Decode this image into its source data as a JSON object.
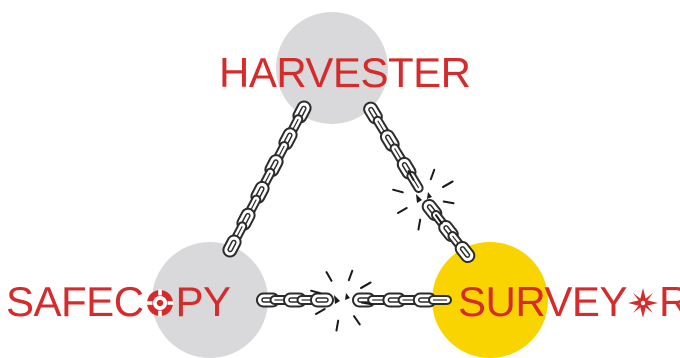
{
  "nodes": {
    "harvester": {
      "label": "HARVESTER",
      "circle_color": "#d9d9db"
    },
    "safecopy": {
      "label_before": "SAFEC",
      "label_after": "PY",
      "o_icon": "lifebuoy-icon",
      "circle_color": "#d9d9db"
    },
    "surveyor": {
      "label_before": "SURVEY",
      "label_after": "R",
      "o_icon": "compass-rose-icon",
      "circle_color": "#f9d400"
    }
  },
  "links": [
    {
      "from": "HARVESTER",
      "to": "SAFECOPY",
      "state": "intact"
    },
    {
      "from": "HARVESTER",
      "to": "SURVEYOR",
      "state": "broken"
    },
    {
      "from": "SAFECOPY",
      "to": "SURVEYOR",
      "state": "broken"
    }
  ],
  "colors": {
    "label_text": "#d52b2b",
    "chain_fill": "#ffffff",
    "chain_stroke": "#2b2b2b",
    "break_marks": "#1a1a1a"
  }
}
